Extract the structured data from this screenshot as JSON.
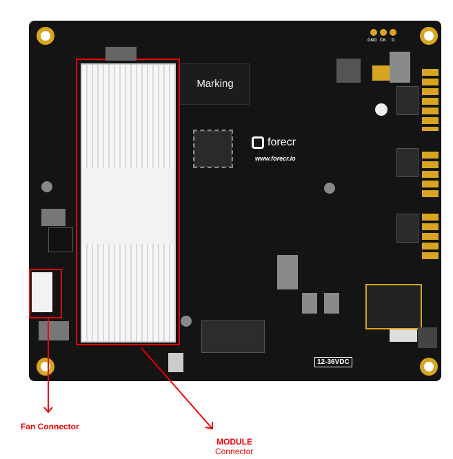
{
  "board": {
    "chip_marking": "Marking",
    "logo_text": "forecr",
    "website": "www.forecr.io",
    "pin_labels": [
      "GND",
      "CK",
      "D"
    ],
    "voltage_label": "12-36VDC"
  },
  "annotations": {
    "fan_connector": "Fan Connector",
    "module_line1": "MODULE",
    "module_line2": "Connector"
  },
  "colors": {
    "annotation": "#e00000",
    "board": "#141414",
    "gold": "#d9a520"
  }
}
